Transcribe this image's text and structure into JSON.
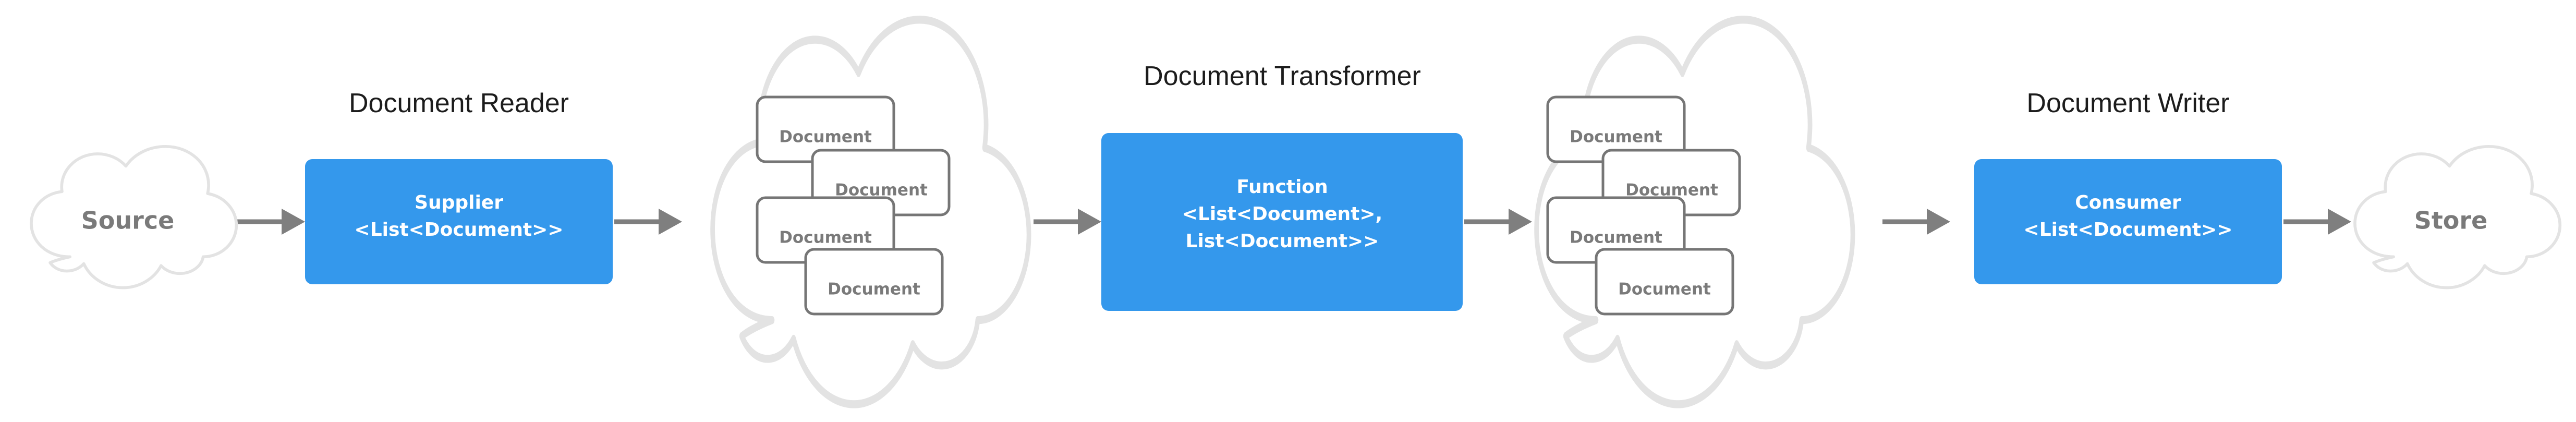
{
  "diagram": {
    "type": "pipeline-flow-diagram",
    "background_color": "#ffffff",
    "accent_color": "#3498ec",
    "cloud_stroke_color": "#e3e3e3",
    "card_stroke_color": "#767676",
    "arrow_color": "#7f7f7f",
    "label_gray": "#7a7a7a",
    "title_color": "#1c1c1c"
  },
  "endpoints": {
    "source": {
      "label": "Source"
    },
    "store": {
      "label": "Store"
    }
  },
  "stages": [
    {
      "title": "Document Reader",
      "box": {
        "line1": "Supplier",
        "line2": "<List<Document>>"
      }
    },
    {
      "title": "Document Transformer",
      "box": {
        "line1": "Function",
        "line2": "<List<Document>,",
        "line3": "List<Document>>"
      }
    },
    {
      "title": "Document Writer",
      "box": {
        "line1": "Consumer",
        "line2": "<List<Document>>"
      }
    }
  ],
  "document_clouds": [
    {
      "name": "read-documents-cloud",
      "cards": [
        {
          "label": "Document"
        },
        {
          "label": "Document"
        },
        {
          "label": "Document"
        },
        {
          "label": "Document"
        }
      ]
    },
    {
      "name": "transformed-documents-cloud",
      "cards": [
        {
          "label": "Document"
        },
        {
          "label": "Document"
        },
        {
          "label": "Document"
        },
        {
          "label": "Document"
        }
      ]
    }
  ],
  "arrows": [
    {
      "name": "source-to-supplier"
    },
    {
      "name": "supplier-to-documents"
    },
    {
      "name": "documents-to-function"
    },
    {
      "name": "function-to-documents"
    },
    {
      "name": "documents-to-consumer"
    },
    {
      "name": "consumer-to-store"
    }
  ]
}
